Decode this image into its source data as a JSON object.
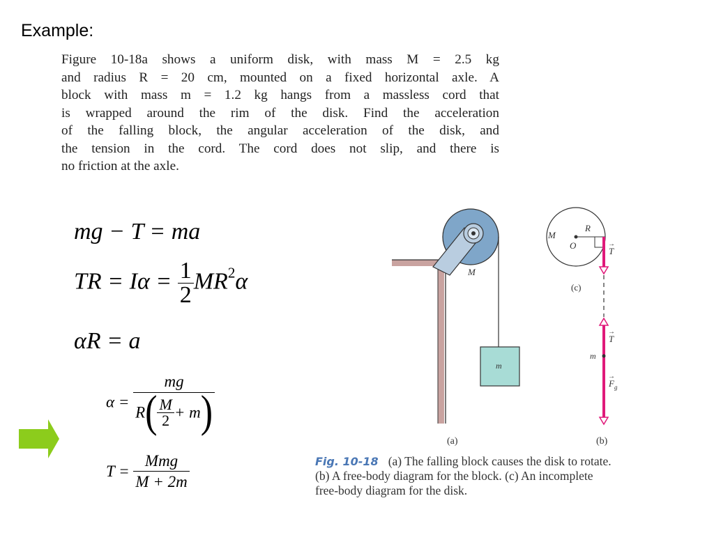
{
  "heading": "Example:",
  "problem_lines": [
    "Figure 10-18a shows a uniform disk, with mass M = 2.5 kg",
    "and radius R = 20 cm, mounted on a fixed horizontal axle. A",
    "block with mass m = 1.2 kg hangs from a massless cord that",
    "is wrapped around the rim of the disk. Find the acceleration",
    "of the falling block, the angular acceleration of the disk, and",
    "the tension in the cord. The cord does not slip, and there is",
    "no friction at the axle."
  ],
  "equations": {
    "eq1": "mg − T = ma",
    "eq2_lhs": "TR = Iα = ",
    "eq2_num": "1",
    "eq2_den": "2",
    "eq2_rhs_a": "MR",
    "eq2_sup": "2",
    "eq2_rhs_b": "α",
    "eq3": "αR = a",
    "alpha_lhs": "α = ",
    "alpha_num": "mg",
    "alpha_R": "R",
    "alpha_inner_num": "M",
    "alpha_inner_den": "2",
    "alpha_plus": "+ m",
    "tension_lhs": "T = ",
    "tension_num": "Mmg",
    "tension_den": "M + 2m"
  },
  "figure": {
    "label_M_disk": "M",
    "label_m_block": "m",
    "label_a": "(a)",
    "label_b": "(b)",
    "label_c": "(c)",
    "label_M_c": "M",
    "label_O": "O",
    "label_R": "R",
    "label_T_c": "T",
    "label_T_b": "T",
    "label_m_b": "m",
    "label_F": "F",
    "label_g": "g"
  },
  "caption": {
    "fig_label": "Fig. 10-18",
    "lines": [
      "(a) The falling block causes the disk to rotate.",
      "(b) A free-body diagram for the block. (c) An incomplete",
      "free-body diagram for the disk."
    ]
  },
  "colors": {
    "accent_arrow": "#8ccc1c",
    "force_vector": "#e0197a",
    "disk": "#7fa6c9",
    "block": "#a8dcd6",
    "wall": "#c9a3a0",
    "fig_label": "#4a77b5"
  }
}
